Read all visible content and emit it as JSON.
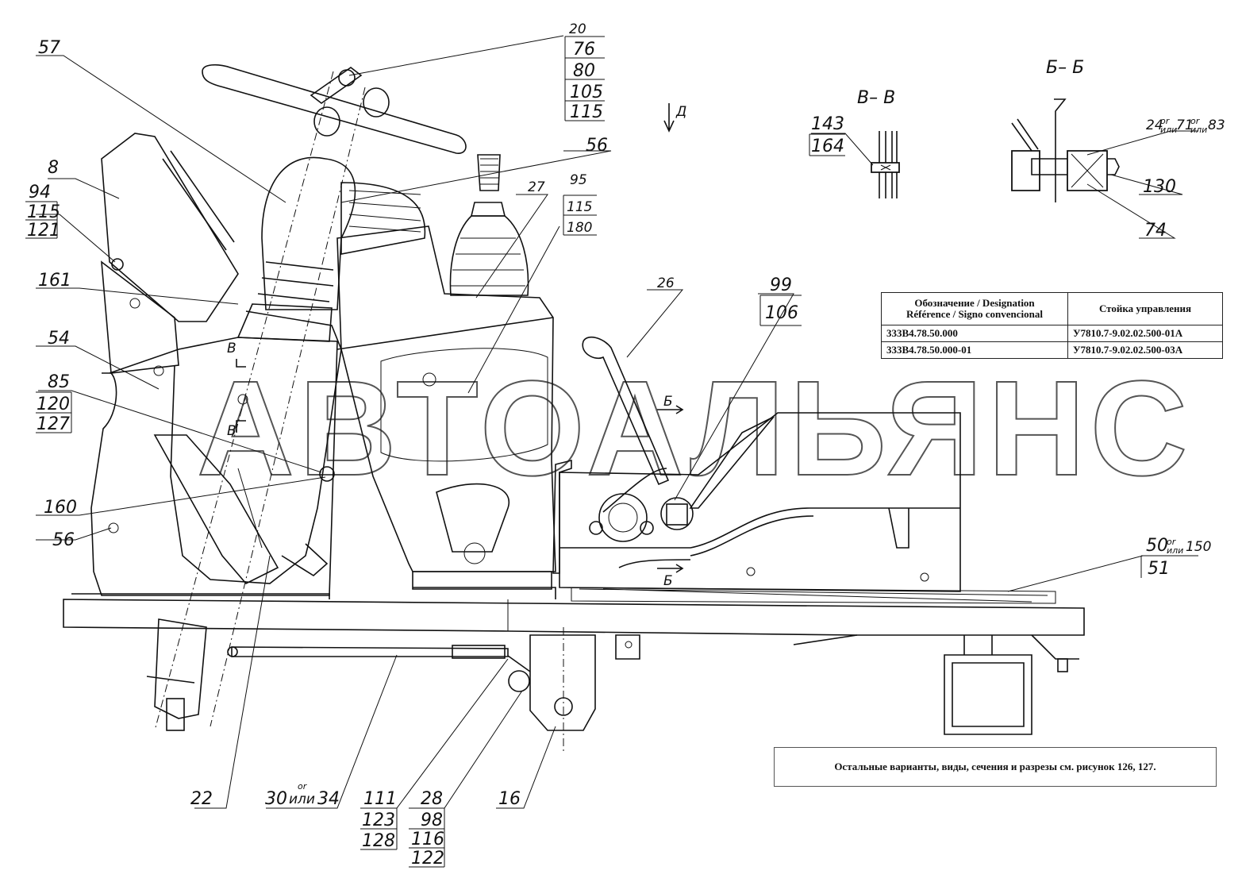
{
  "watermark": "АВТОАЛЬЯНС",
  "section_titles": {
    "v_v": "В– В",
    "b_b": "Б– Б",
    "view_d": "Д"
  },
  "section_marks": {
    "v": "В",
    "b": "Б"
  },
  "callouts": {
    "c57": "57",
    "c8": "8",
    "c161": "161",
    "c54": "54",
    "c160": "160",
    "c56_left": "56",
    "c56_top": "56",
    "c22": "22",
    "c27": "27",
    "c26": "26",
    "c16": "16",
    "c130": "130",
    "c74": "74",
    "c24": "24",
    "c71": "71",
    "c83": "83",
    "c30": "30",
    "c34": "34",
    "c50": "50",
    "c150": "150",
    "or_word": "or",
    "ili_word": "или"
  },
  "stacks": {
    "s20": [
      "20",
      "76",
      "80",
      "105",
      "115"
    ],
    "s94": [
      "94",
      "115",
      "121"
    ],
    "s85": [
      "85",
      "120",
      "127"
    ],
    "s95": [
      "95",
      "115",
      "180"
    ],
    "s99": [
      "99",
      "106"
    ],
    "s143": [
      "143",
      "164"
    ],
    "s111": [
      "111",
      "123",
      "128"
    ],
    "s28": [
      "28",
      "98",
      "116",
      "122"
    ],
    "s50": [
      "51"
    ]
  },
  "table": {
    "header_col1": "Обозначение / Designation\nRéférence / Signo convencional",
    "header_col2": "Стойка управления",
    "rows": [
      {
        "designation": "333B4.78.50.000",
        "post": "У7810.7-9.02.02.500-01А"
      },
      {
        "designation": "333B4.78.50.000-01",
        "post": "У7810.7-9.02.02.500-03А"
      }
    ]
  },
  "note": "Остальные варианты, виды, сечения и разрезы см. рисунок 126, 127."
}
